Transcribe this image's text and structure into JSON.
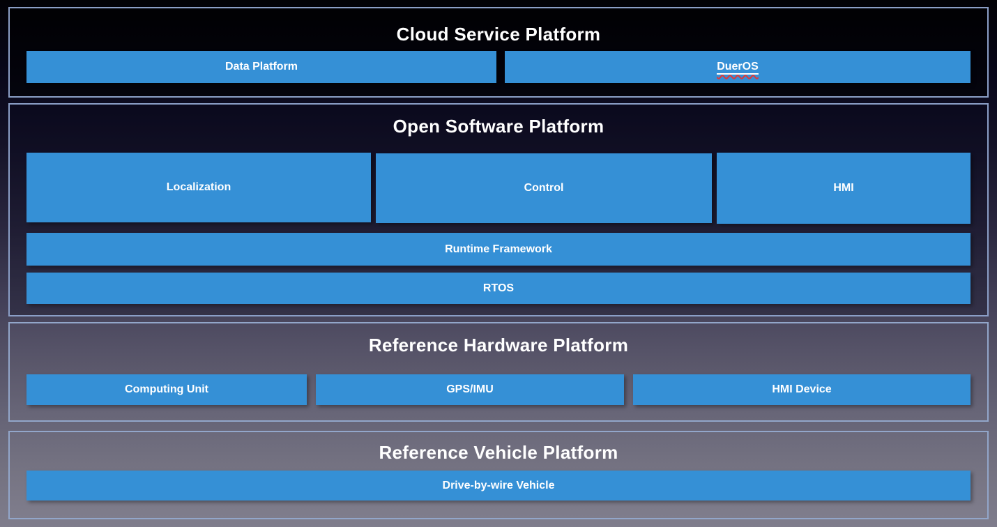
{
  "colors": {
    "box_blue": "#3590d6",
    "section_border": "#8b9fc7",
    "title_text": "#ffffff",
    "box_label_text": "#ffffff",
    "dueros_squiggle_red": "#e03838",
    "background_top": "#020206",
    "background_bottom": "#7f7d8c"
  },
  "sections": [
    {
      "title": "Cloud Service Platform",
      "boxes": [
        {
          "label": "Data Platform"
        },
        {
          "label": "DuerOS"
        }
      ]
    },
    {
      "title": "Open Software Platform",
      "boxes": [
        {
          "label": "Localization"
        },
        {
          "label": "Control"
        },
        {
          "label": "HMI"
        },
        {
          "label": "Runtime Framework"
        },
        {
          "label": "RTOS"
        }
      ]
    },
    {
      "title": "Reference Hardware Platform",
      "boxes": [
        {
          "label": "Computing Unit"
        },
        {
          "label": "GPS/IMU"
        },
        {
          "label": "HMI Device"
        }
      ]
    },
    {
      "title": "Reference Vehicle Platform",
      "boxes": [
        {
          "label": "Drive-by-wire Vehicle"
        }
      ]
    }
  ]
}
